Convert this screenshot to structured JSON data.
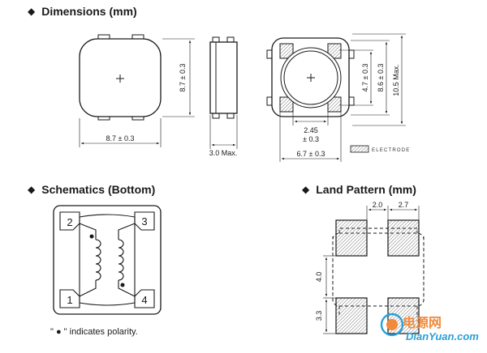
{
  "sections": {
    "dimensions": {
      "bullet": "◆",
      "title": "Dimensions (mm)"
    },
    "schematics": {
      "bullet": "◆",
      "title": "Schematics (Bottom)"
    },
    "land_pattern": {
      "bullet": "◆",
      "title": "Land Pattern (mm)"
    }
  },
  "dimensions": {
    "top_width": "8.7 ± 0.3",
    "top_height": "8.7 ± 0.3",
    "side_height": "3.0 Max.",
    "bottom_inner_height": "4.7 ± 0.3",
    "bottom_mid_height": "8.6 ± 0.3",
    "bottom_outer_height": "10.5 Max.",
    "bottom_pad_width_a": "2.45",
    "bottom_pad_width_b": "± 0.3",
    "bottom_width": "6.7 ± 0.3",
    "legend_label": "ELECTRODE"
  },
  "schematics": {
    "pins": [
      "2",
      "3",
      "1",
      "4"
    ],
    "polarity_note": "\" ● \" indicates polarity."
  },
  "land_pattern": {
    "gap_width": "2.0",
    "pad_width": "2.7",
    "gap_height": "4.0",
    "pad_height": "3.3"
  },
  "watermark": {
    "site_name": "电源网",
    "domain": "DianYuan.com"
  },
  "colors": {
    "line": "#1a1a1a",
    "watermark_orange": "#f08b3c",
    "watermark_blue": "#2aa0d8"
  }
}
